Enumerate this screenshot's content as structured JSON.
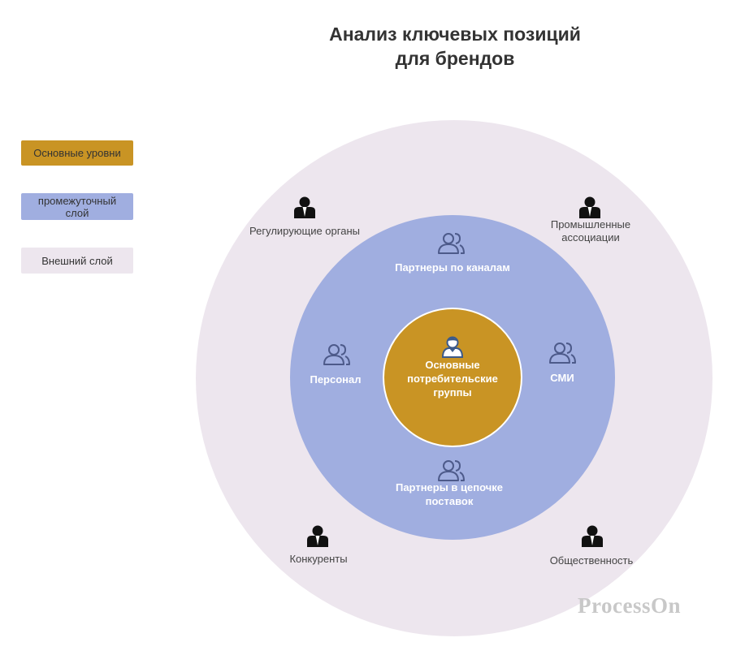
{
  "title": {
    "line1": "Анализ ключевых позиций",
    "line2": "для брендов"
  },
  "legend": [
    {
      "label": "Основные уровни",
      "color": "#c99424"
    },
    {
      "label_line1": "промежуточный",
      "label_line2": "слой",
      "color": "#a0aee0"
    },
    {
      "label": "Внешний слой",
      "color": "#ede6ee"
    }
  ],
  "center": {
    "line1": "Основные",
    "line2": "потребительские",
    "line3": "группы",
    "icon": "user-icon",
    "color": "#c99424"
  },
  "middle_ring": {
    "color": "#a0aee0",
    "items": [
      {
        "line1": "Партнеры по каналам",
        "icon": "group-icon"
      },
      {
        "line1": "Персонал",
        "icon": "group-icon"
      },
      {
        "line1": "СМИ",
        "icon": "group-icon"
      },
      {
        "line1": "Партнеры в цепочке",
        "line2": "поставок",
        "icon": "group-icon"
      }
    ]
  },
  "outer_ring": {
    "color": "#ede6ee",
    "items": [
      {
        "line1": "Регулирующие органы",
        "icon": "businessman-icon"
      },
      {
        "line1": "Промышленные",
        "line2": "ассоциации",
        "icon": "businessman-icon"
      },
      {
        "line1": "Конкуренты",
        "icon": "businessman-icon"
      },
      {
        "line1": "Общественность",
        "icon": "businessman-icon"
      }
    ]
  },
  "watermark": "ProcessOn"
}
